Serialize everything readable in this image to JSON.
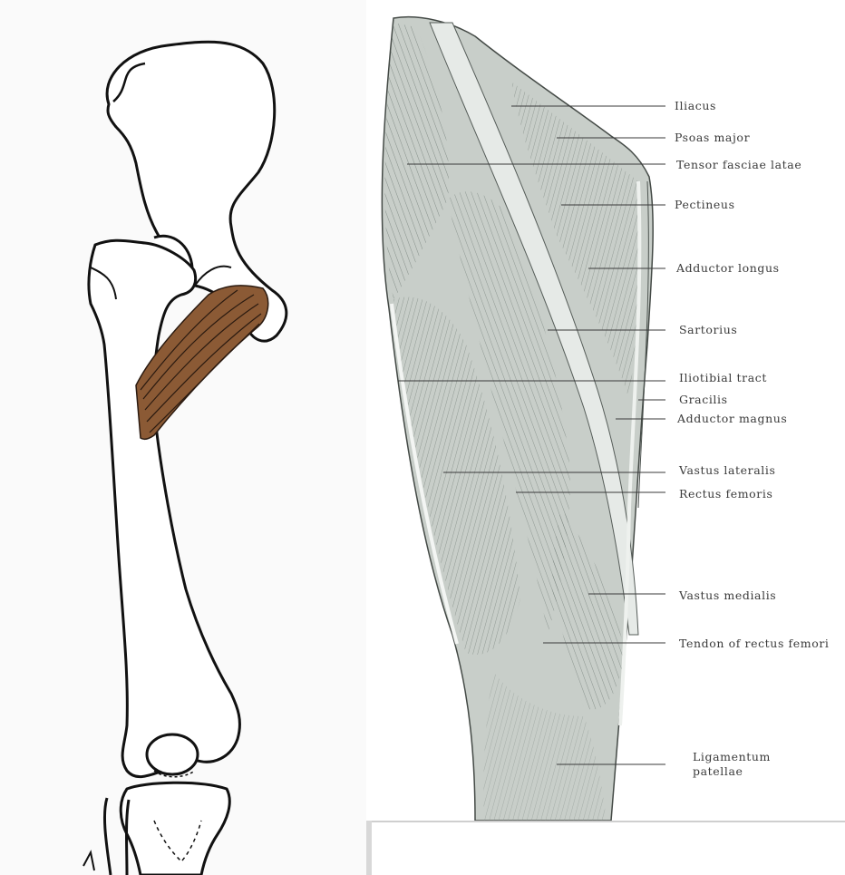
{
  "muscle_labels": [
    "Iliacus",
    "Psoas major",
    "Tensor fasciae latae",
    "Pectineus",
    "Adductor longus",
    "Sartorius",
    "Iliotibial tract",
    "Gracilis",
    "Adductor magnus",
    "Vastus lateralis",
    "Rectus femoris",
    "Vastus medialis",
    "Tendon of rectus femori"
  ],
  "ligament_label": {
    "line1": "Ligamentum",
    "line2": "patellae"
  },
  "colors": {
    "highlighted_muscle": "#8b5a35",
    "bone_outline": "#111111",
    "muscle_shading": "#8d9690"
  }
}
